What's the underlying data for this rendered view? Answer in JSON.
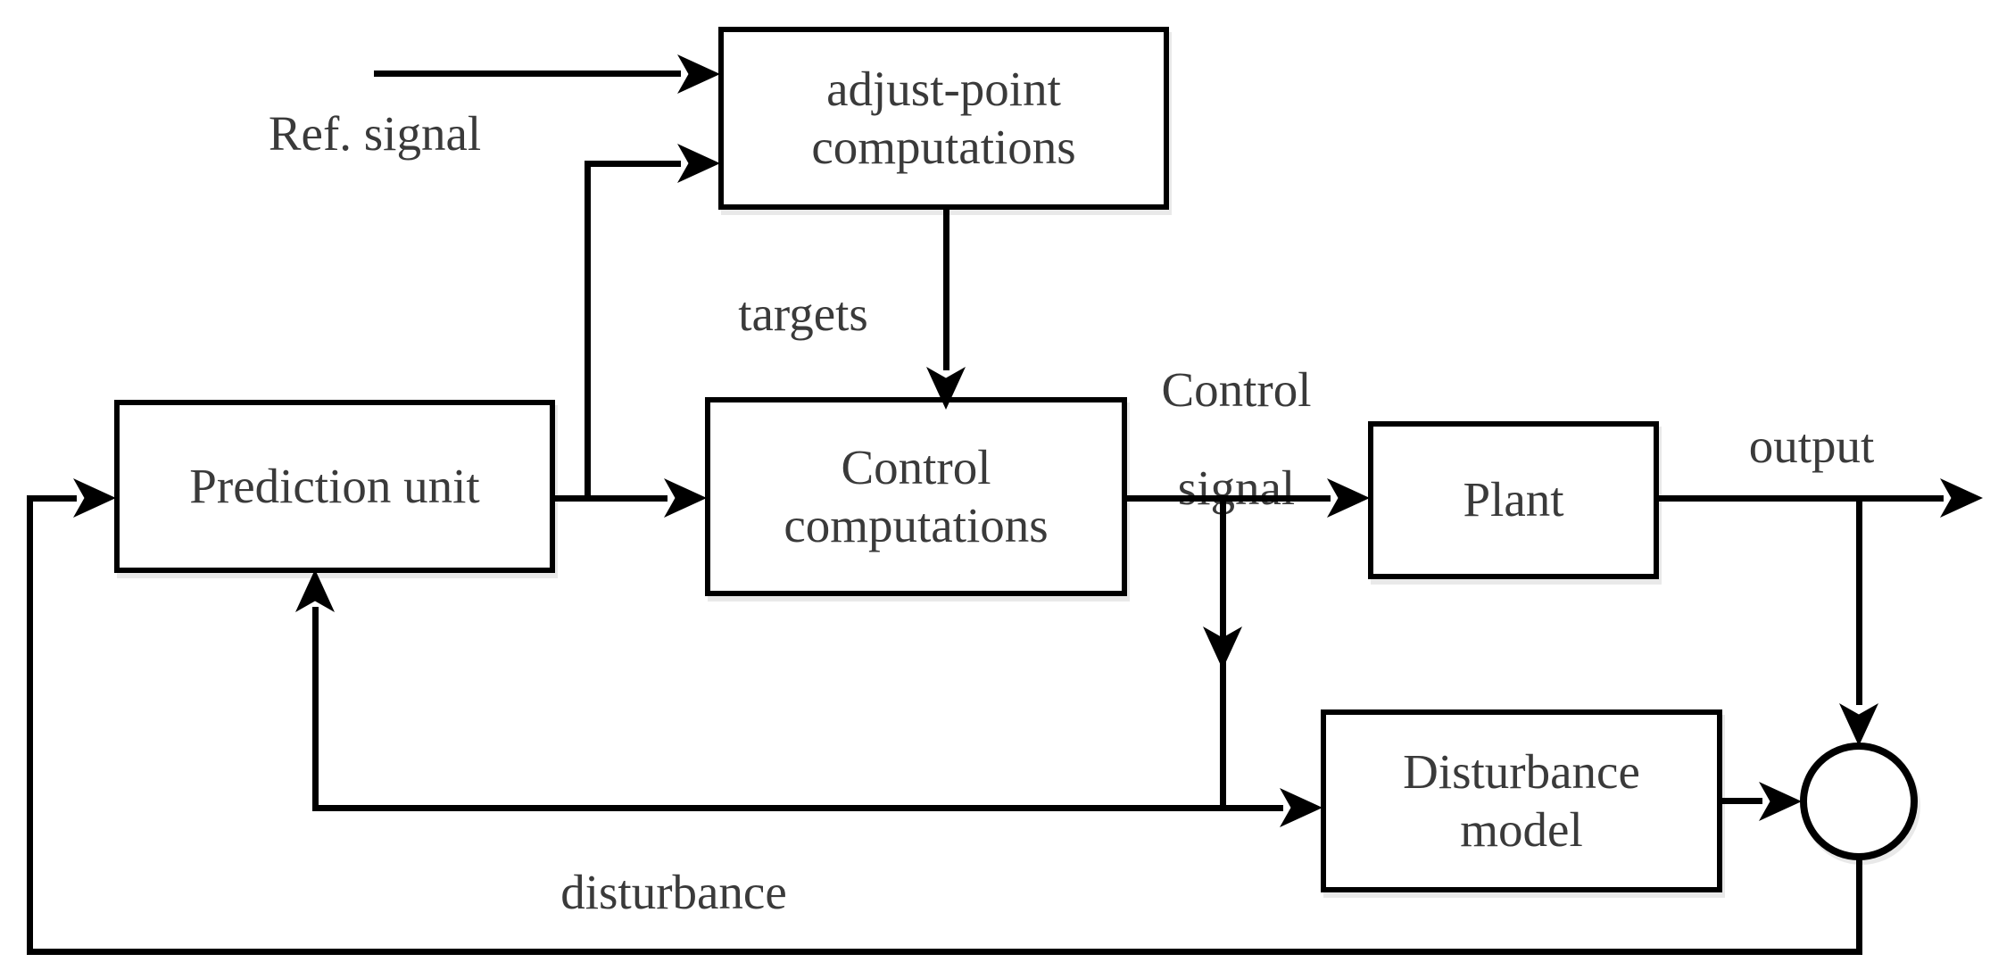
{
  "diagram": {
    "boxes": {
      "adjust_point": {
        "lines": [
          "adjust-point",
          "computations"
        ]
      },
      "prediction": {
        "lines": [
          "Prediction unit"
        ]
      },
      "control": {
        "lines": [
          "Control",
          "computations"
        ]
      },
      "plant": {
        "lines": [
          "Plant"
        ]
      },
      "disturbance_model": {
        "lines": [
          "Disturbance",
          "model"
        ]
      }
    },
    "edge_labels": {
      "ref_signal": "Ref. signal",
      "targets": "targets",
      "control_signal_line1": "Control",
      "control_signal_line2": "signal",
      "output": "output",
      "disturbance": "disturbance"
    },
    "nodes": {
      "summing_junction": "circle"
    },
    "colors": {
      "line": "#000000",
      "text": "#3a3a3a",
      "background": "#ffffff"
    }
  }
}
